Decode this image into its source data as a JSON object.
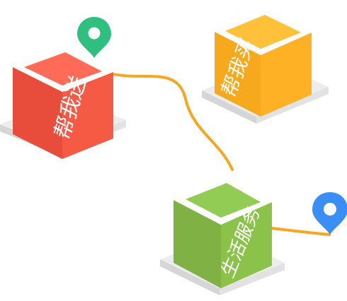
{
  "cubes": {
    "delivery": {
      "label": "帮我送",
      "colors": {
        "top": "#ff6b57",
        "left": "#e84d3c",
        "right": "#f55a45",
        "rim": "#ffffff"
      }
    },
    "purchase": {
      "label": "帮我买",
      "colors": {
        "top": "#ffc13a",
        "left": "#f6a91c",
        "right": "#ffb126",
        "rim": "#ffffff"
      }
    },
    "life_service": {
      "label": "生活服务",
      "colors": {
        "top": "#93cc55",
        "left": "#7fb145",
        "right": "#8bc34a",
        "rim": "#ffffff"
      }
    }
  },
  "pins": {
    "start": {
      "color": "#2fbf7f"
    },
    "end": {
      "color": "#3a8ef5"
    }
  },
  "route": {
    "color": "#f6a623"
  },
  "platform": {
    "top": "#ededed",
    "side": "#d9d9d9"
  }
}
